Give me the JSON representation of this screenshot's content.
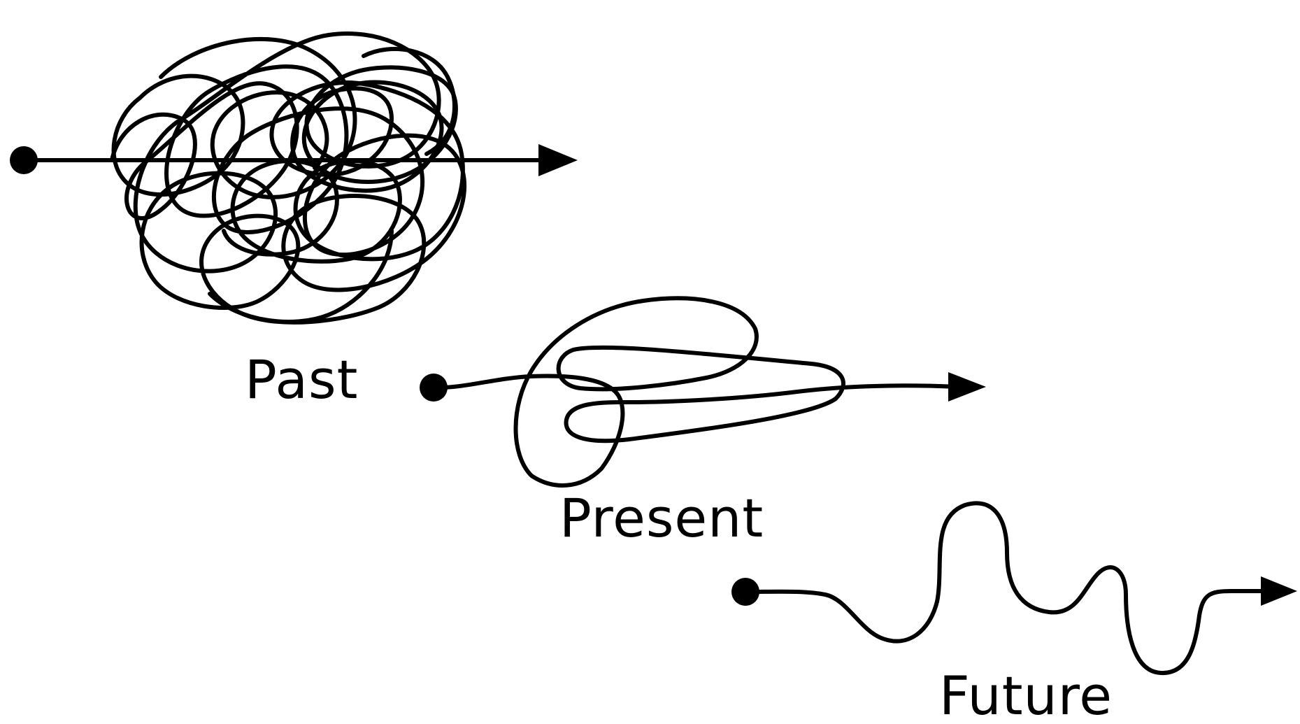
{
  "labels": {
    "past": "Past",
    "present": "Present",
    "future": "Future"
  },
  "colors": {
    "ink": "#000000",
    "background": "#ffffff"
  }
}
